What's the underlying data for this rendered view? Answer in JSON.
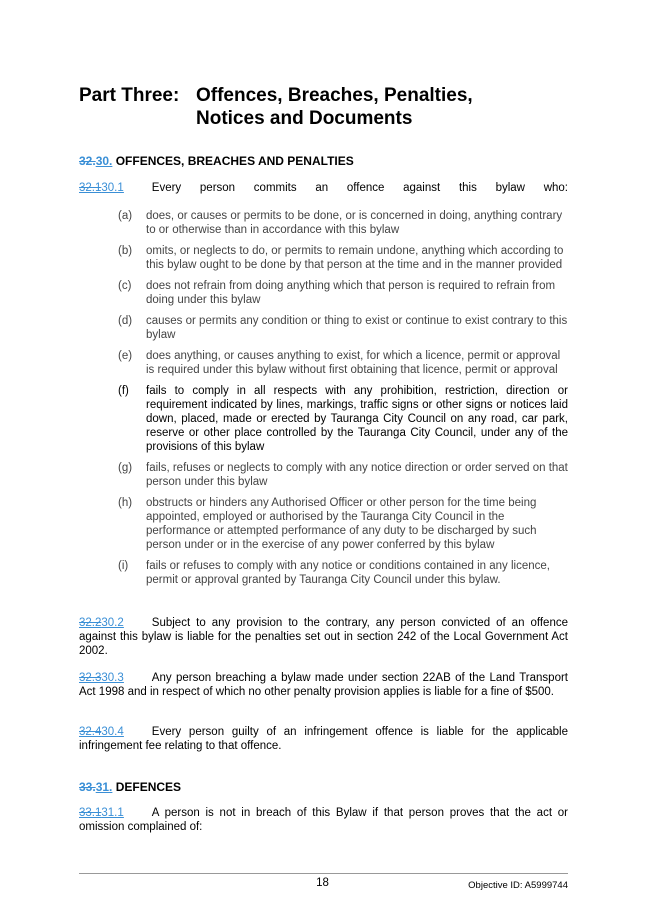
{
  "part": {
    "label": "Part Three:",
    "title_line1": "Offences, Breaches, Penalties,",
    "title_line2": "Notices and Documents"
  },
  "section30": {
    "old_number": "32.",
    "new_number": "30.",
    "title": "OFFENCES, BREACHES AND PENALTIES",
    "clause1": {
      "old_number": "32.1",
      "new_number": "30.1",
      "text": "Every person commits an offence against this bylaw who:"
    },
    "items": [
      {
        "label": "(a)",
        "text": "does, or causes or permits to be done, or is concerned in doing, anything contrary to or otherwise than in accordance with this bylaw"
      },
      {
        "label": "(b)",
        "text": "omits, or neglects to do, or permits to remain undone, anything which according to this bylaw ought to be done by that person at the time and in the manner provided"
      },
      {
        "label": "(c)",
        "text": "does not refrain from doing anything which that person is required to refrain from doing under this bylaw"
      },
      {
        "label": "(d)",
        "text": "causes or permits any condition or thing to exist or continue to exist contrary to this bylaw"
      },
      {
        "label": "(e)",
        "text": "does anything, or causes anything to exist, for which a licence, permit or approval is required under this bylaw without first obtaining that licence, permit or approval"
      },
      {
        "label": "(f)",
        "text": "fails to comply in all respects with any prohibition, restriction, direction or requirement indicated by lines, markings, traffic signs or other signs or notices laid down, placed, made or erected by Tauranga City Council on any road, car park, reserve or other place controlled by the Tauranga City Council, under any of the provisions of this bylaw"
      },
      {
        "label": "(g)",
        "text": "fails, refuses or neglects to comply with any notice direction or order served on that person under this bylaw"
      },
      {
        "label": "(h)",
        "text": "obstructs or hinders any Authorised Officer or other person for the time being appointed, employed or authorised by the Tauranga City Council in the performance or attempted performance of any duty to be discharged by such person under or in the exercise of any power conferred by this bylaw"
      },
      {
        "label": "(i)",
        "text": "fails or refuses to comply with any notice or conditions contained in any licence, permit or approval granted by Tauranga City Council under this bylaw."
      }
    ],
    "clause2": {
      "old_number": "32.2",
      "new_number": "30.2",
      "text": "Subject to any provision to the contrary, any person convicted of an offence against this bylaw is liable for the penalties set out in section 242 of the Local Government Act 2002."
    },
    "clause3": {
      "old_number": "32.3",
      "new_number": "30.3",
      "text": "Any person breaching a bylaw made under section 22AB of the Land Transport Act 1998 and in respect of which no other penalty provision applies is liable for a fine of $500."
    },
    "clause4": {
      "old_number": "32.4",
      "new_number": "30.4",
      "text": "Every person guilty of an infringement offence is liable for the applicable infringement fee relating to that offence."
    }
  },
  "section31": {
    "old_number": "33.",
    "new_number": "31.",
    "title": "DEFENCES",
    "clause1": {
      "old_number": "33.1",
      "new_number": "31.1",
      "text": "A person is not in breach of this Bylaw if that person proves that the act or omission complained of:"
    }
  },
  "footer": {
    "page_number": "18",
    "objective_id": "Objective ID: A5999744"
  },
  "colors": {
    "revision": "#3a8fd6",
    "text": "#000000",
    "muted_text": "#444444"
  }
}
